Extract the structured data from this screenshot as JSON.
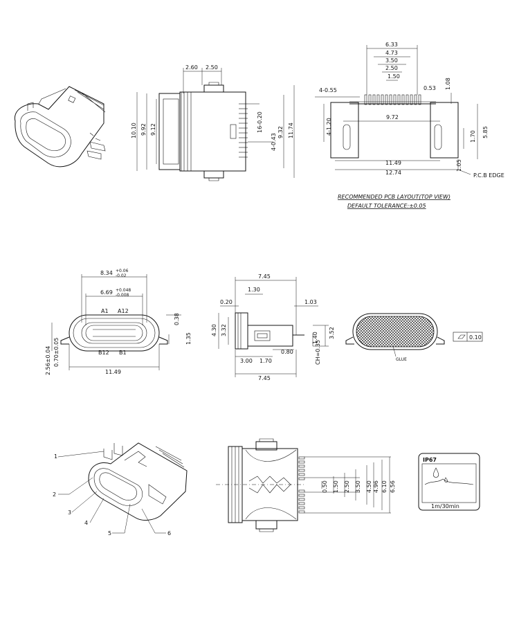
{
  "title_block": {
    "recommended_pcb_layout": "RECOMMENDED PCB LAYOUT(TOP VIEW)",
    "default_tolerance": "DEFAULT TOLERANCE:±0.05"
  },
  "side_view_top": {
    "dims": [
      "2.60",
      "2.50",
      "10.10",
      "9.92",
      "9.12",
      "16-0.20",
      "4-0.43",
      "9.32",
      "11.74"
    ]
  },
  "pcb_layout": {
    "dims": [
      "6.33",
      "4.73",
      "3.50",
      "2.50",
      "1.50",
      "1.08",
      "0.53",
      "4-0.55",
      "4-1.20",
      "9.72",
      "5.85",
      "1.70",
      "11.49",
      "12.74",
      "1.05"
    ],
    "pcb_edge_label": "P.C.B EDGE"
  },
  "front_view": {
    "dim_width_outer": "8.34",
    "dim_width_outer_tol_up": "+0.06",
    "dim_width_outer_tol_down": "-0.02",
    "dim_width_inner": "6.69",
    "dim_width_inner_tol_up": "+0.048",
    "dim_width_inner_tol_down": "-0.008",
    "pins": [
      "A1",
      "A12",
      "B12",
      "B1"
    ],
    "dims": [
      "0.38",
      "1.35",
      "2.56±0.04",
      "0.70±0.05",
      "11.49"
    ]
  },
  "side_profile": {
    "dims": [
      "7.45",
      "1.30",
      "0.20",
      "1.03",
      "4.30",
      "3.32",
      "3.52",
      "1.40",
      "0.80",
      "3.00",
      "1.70",
      "CH=0.35",
      "7.45"
    ]
  },
  "seal_view": {
    "flatness_value": "0.10",
    "glue_label": "GLUE"
  },
  "callouts": [
    "1",
    "2",
    "3",
    "4",
    "5",
    "6"
  ],
  "pin_view": {
    "dims": [
      "0.50",
      "1.50",
      "2.50",
      "3.50",
      "4.50",
      "4.96",
      "6.10",
      "6.56"
    ]
  },
  "ip_rating": {
    "label": "IP67",
    "condition": "1m/30min"
  }
}
